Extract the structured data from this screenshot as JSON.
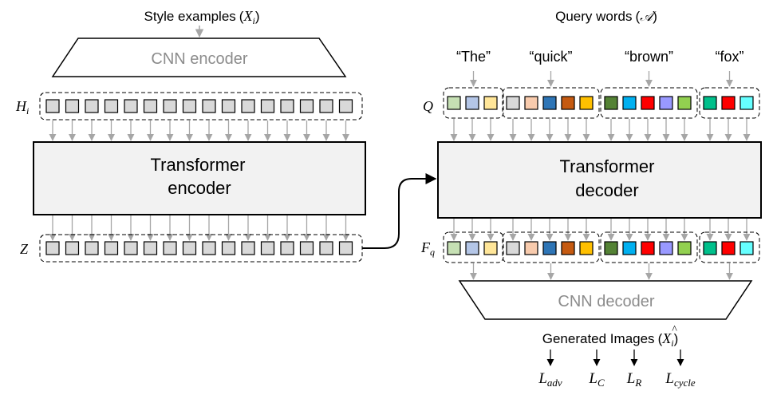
{
  "left": {
    "style_examples_label": "Style examples",
    "style_examples_symbol": "X",
    "style_examples_sub": "i",
    "cnn_encoder": "CNN encoder",
    "h_symbol": "H",
    "h_sub": "i",
    "transformer_encoder_line1": "Transformer",
    "transformer_encoder_line2": "encoder",
    "z_symbol": "Z"
  },
  "right": {
    "query_words_label": "Query words",
    "query_words_symbol": "𝒜",
    "q_symbol": "Q",
    "transformer_decoder_line1": "Transformer",
    "transformer_decoder_line2": "decoder",
    "f_symbol": "F",
    "f_sub": "q",
    "cnn_decoder": "CNN decoder",
    "generated_label": "Generated Images",
    "generated_symbol": "X",
    "generated_hat": "^",
    "generated_sub": "i"
  },
  "words": [
    {
      "text": "“The”",
      "colors": [
        "#c6e0b4",
        "#b4c6e7",
        "#ffe699"
      ]
    },
    {
      "text": "“quick”",
      "colors": [
        "#d9d9d9",
        "#f8cbad",
        "#2e75b6",
        "#c55a11",
        "#ffc000"
      ]
    },
    {
      "text": "“brown”",
      "colors": [
        "#548235",
        "#00b0f0",
        "#ff0000",
        "#9999ff",
        "#92d050"
      ]
    },
    {
      "text": "“fox”",
      "colors": [
        "#00c08b",
        "#ff0000",
        "#66ffff"
      ]
    }
  ],
  "losses": [
    {
      "main": "L",
      "sub": "adv"
    },
    {
      "main": "L",
      "sub": "C"
    },
    {
      "main": "L",
      "sub": "R"
    },
    {
      "main": "L",
      "sub": "cycle"
    }
  ],
  "colors": {
    "box_fill": "#f2f2f2",
    "token_gray": "#d9d9d9",
    "arrow_gray": "#a6a6a6",
    "trapezoid_text": "#8c8c8c"
  }
}
